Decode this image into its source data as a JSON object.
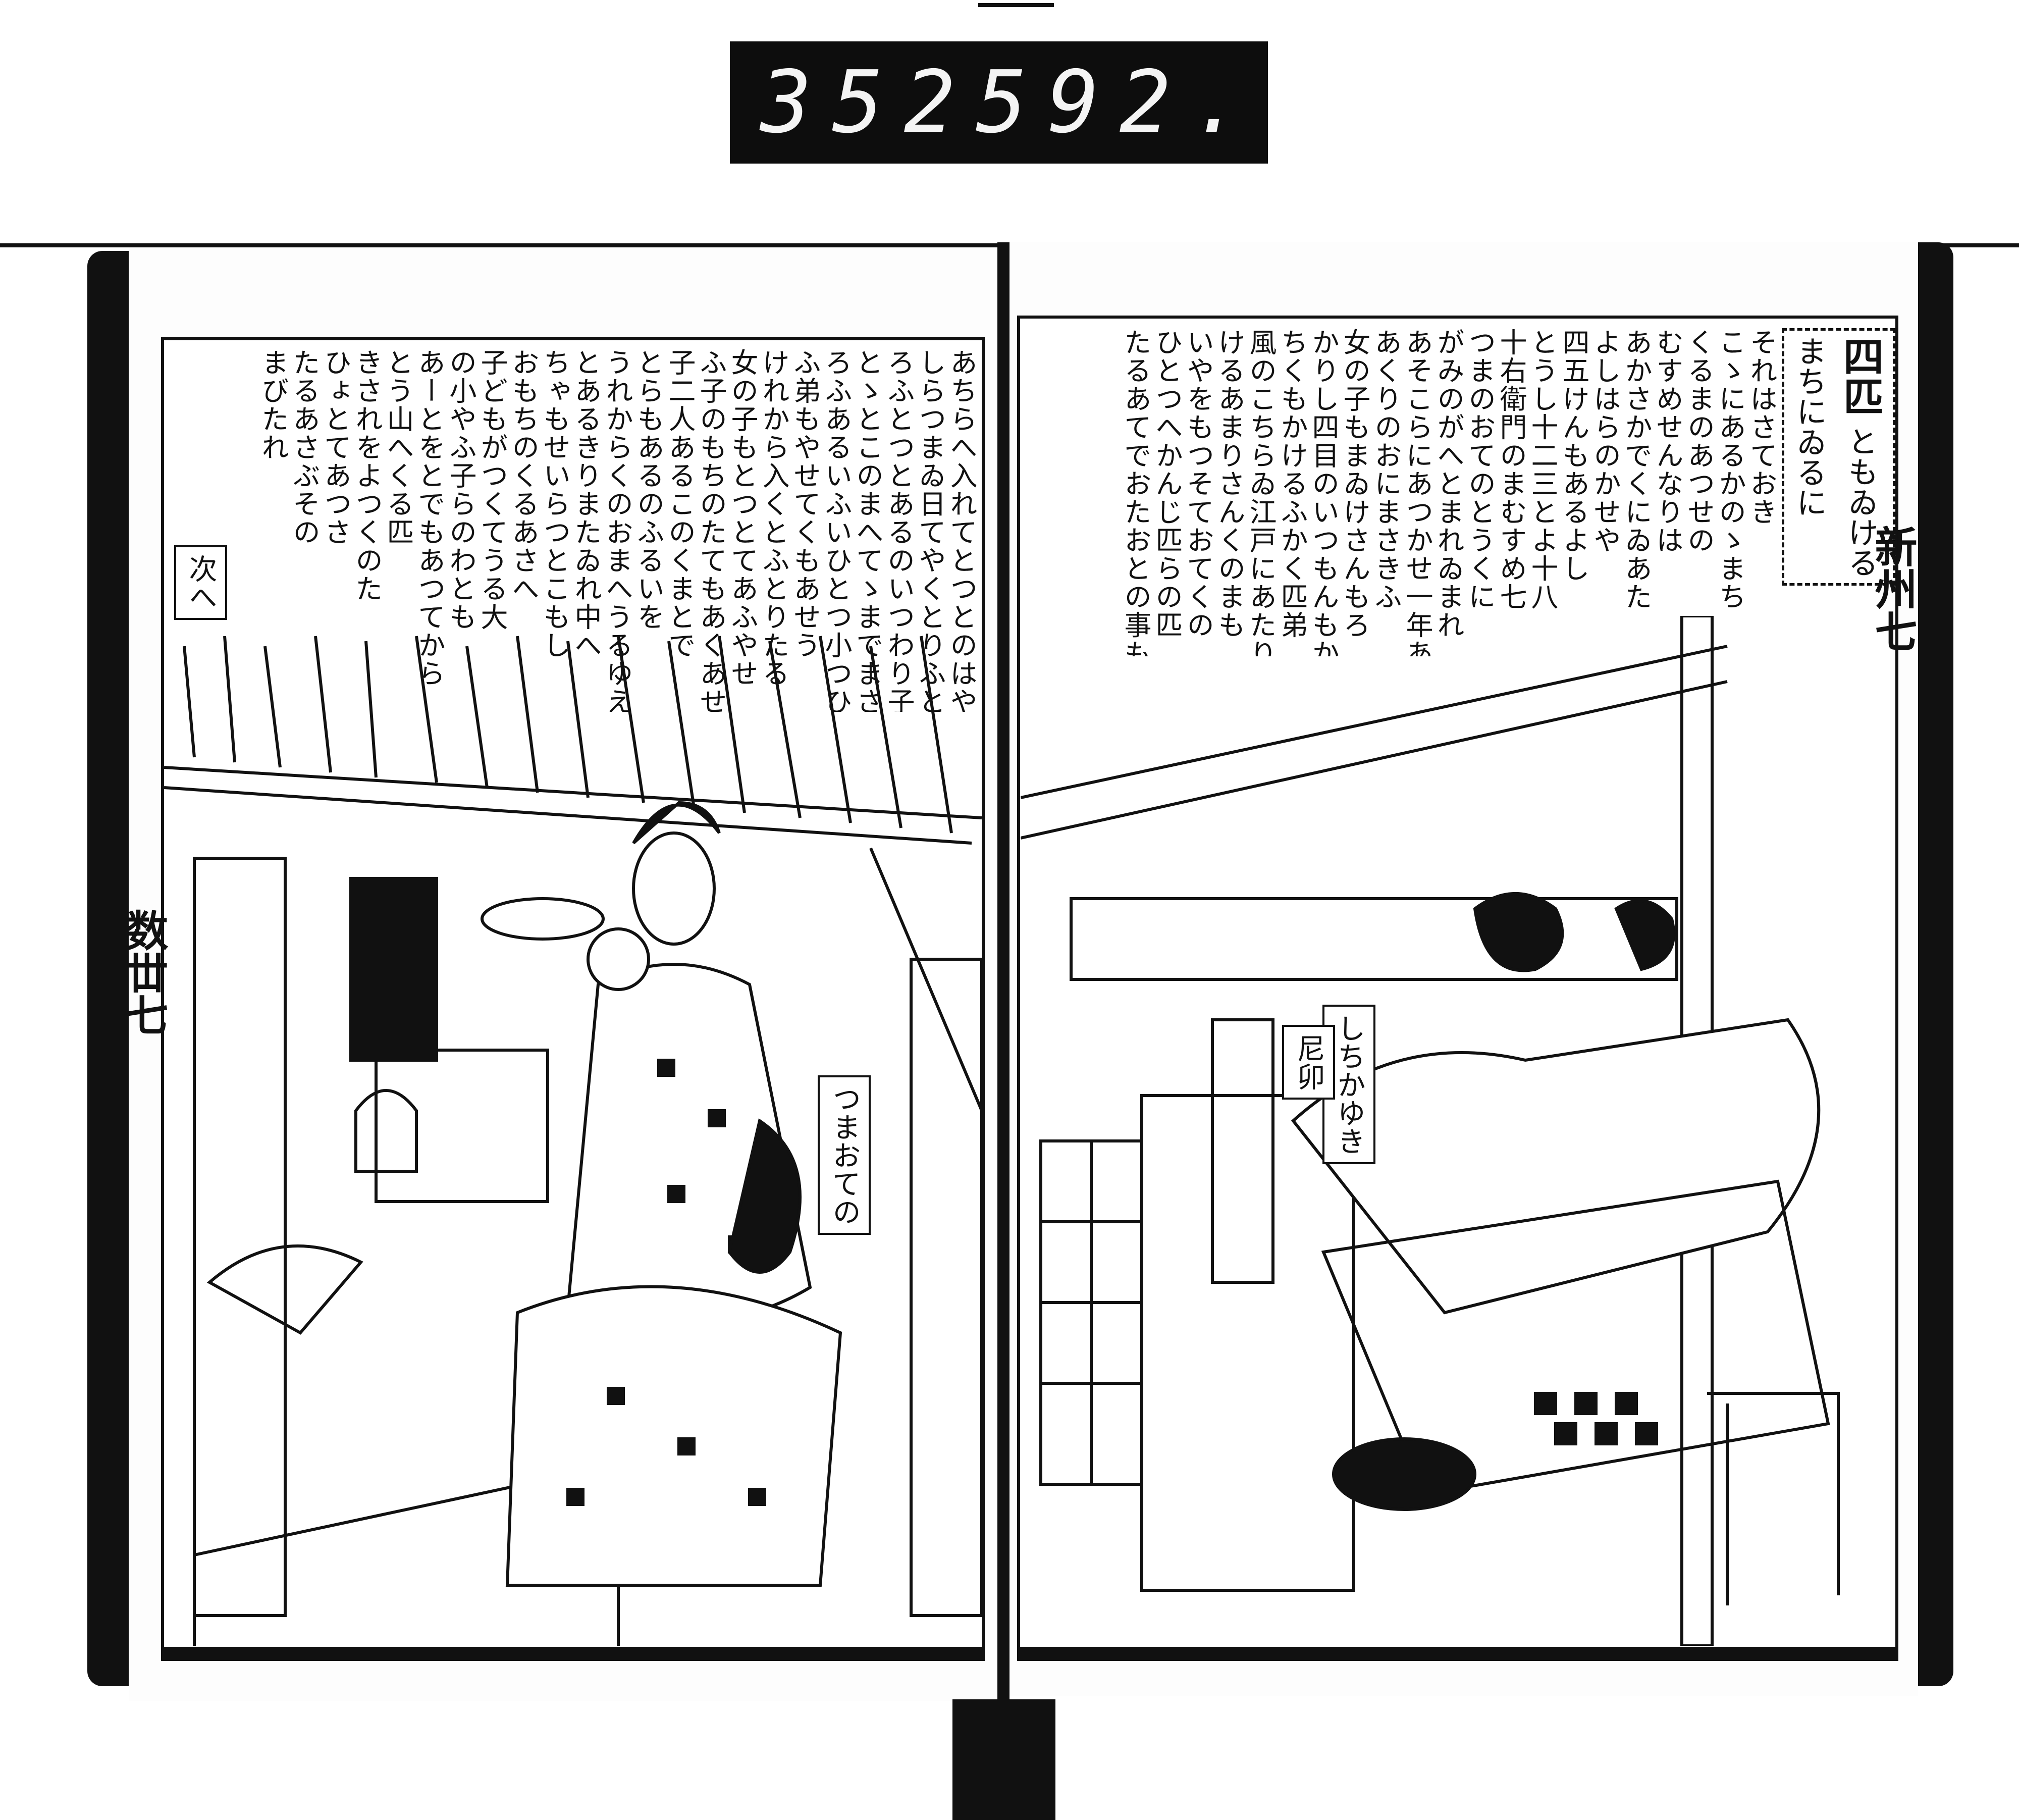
{
  "catalog_label": {
    "left": "352",
    "right": "592."
  },
  "right_page": {
    "chapter_title": "四匹",
    "chapter_subtitle": [
      "ともゐける",
      "まちにゐるに"
    ],
    "columns": [
      "それはさておき",
      "こゝにあるかのゝまち",
      "くるまのあつせの",
      "むすめせんなりは",
      "あかさかでくにゐあた",
      "よしはらのかせや",
      "四五けんもあるよし",
      "とうし十二三とよ十八",
      "十右衛門のまむすめ七",
      "つまのおてのとうくに",
      "がみのがへとまれゐまれ",
      "あそこらにあつかせ一年あまり",
      "あくりのおにまさきふ",
      "女の子もまゐけさんもろ",
      "かりし四目のいつもんもかく",
      "ちくもかけるふかく匹弟",
      "風のこちらゐ江戸にあたり",
      "けるあまりさんくのまも",
      "いやをもつそておてくの",
      "ひとつへかんじ匹らの匹",
      "たるあてでおたおとの事も"
    ],
    "margin_label": "新州七",
    "picture_labels": {
      "names": [
        "しちかゆき",
        "尼卯"
      ]
    }
  },
  "left_page": {
    "columns": [
      "あちらへ入れてとつとのはやくさいひと",
      "しらつまゐ日てやくとりふとこ",
      "ろふとつとあるのいつわり子",
      "とゝとこのまへてゝまでまさ",
      "ろふあるいふいひとつ小つひ",
      "ふ弟もやせてくもあせう",
      "けれから入くとふとりたる",
      "女の子もとつとてあふやせ",
      "ふ子のもちのたてもあくあせ",
      "子二人あるこのくまとで",
      "とらもあるのふるいを",
      "うれからくのおまへうるゆえ",
      "とあるきりまたゐれ中へ",
      "ちゃもせいらつとこもし",
      "おもちのくるあさへ",
      "子どもがつくてうる大",
      "の小やふ子らのわとも",
      "あーとをとでもあつてから",
      "とう山へくる匹",
      "きされをよつくのた",
      "ひょとてあつさ",
      "たるあさぶその",
      "まびたれ"
    ],
    "next_marker": "次へ",
    "margin_label": "数丗七",
    "picture_label": "つまおての"
  }
}
